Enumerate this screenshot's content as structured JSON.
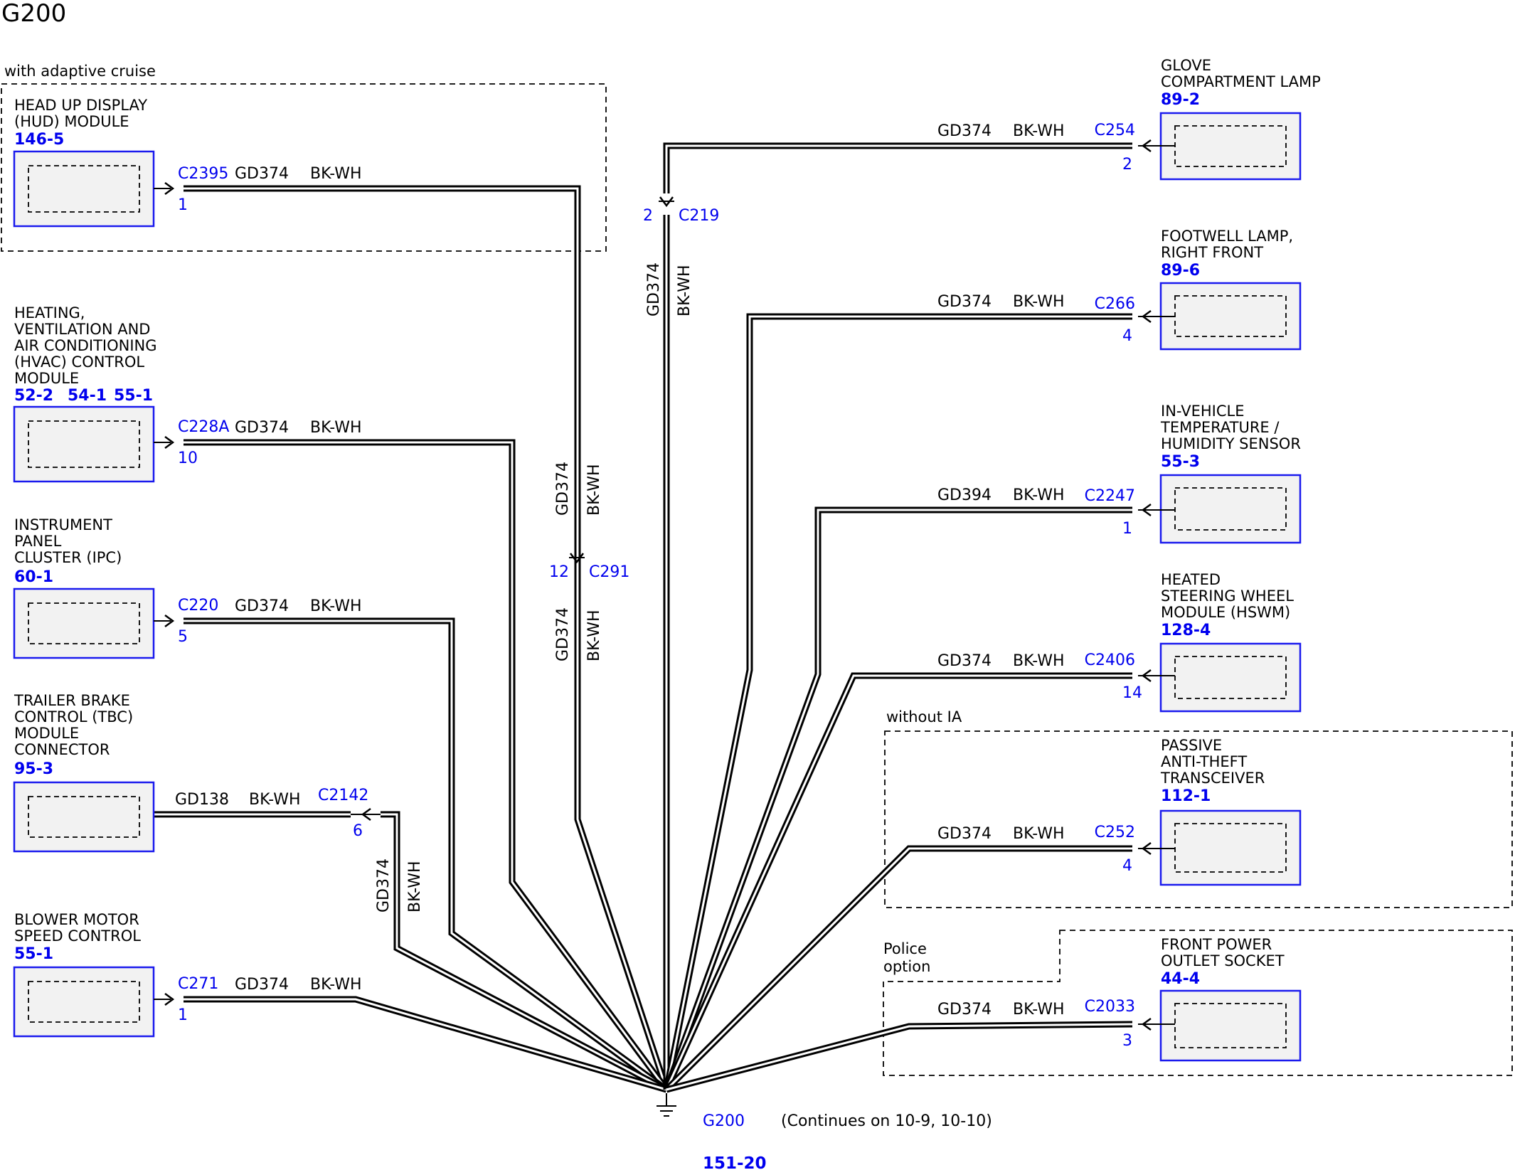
{
  "title": "G200",
  "ground": {
    "name": "G200",
    "ref": "151-20",
    "note": "(Continues on 10-9, 10-10)"
  },
  "groups": {
    "adaptive_cruise": "with adaptive cruise",
    "without_ia": "without IA",
    "police": [
      "Police",
      "option"
    ]
  },
  "left_components": [
    {
      "id": "hud",
      "name": [
        "HEAD UP DISPLAY",
        "(HUD) MODULE"
      ],
      "refs": [
        "146-5"
      ],
      "connector": "C2395",
      "pin": "1",
      "circuit": "GD374",
      "color": "BK-WH"
    },
    {
      "id": "hvac",
      "name": [
        "HEATING,",
        "VENTILATION AND",
        "AIR CONDITIONING",
        "(HVAC) CONTROL",
        "MODULE"
      ],
      "refs": [
        "52-2",
        "54-1",
        "55-1"
      ],
      "connector": "C228A",
      "pin": "10",
      "circuit": "GD374",
      "color": "BK-WH"
    },
    {
      "id": "ipc",
      "name": [
        "INSTRUMENT",
        "PANEL",
        "CLUSTER (IPC)"
      ],
      "refs": [
        "60-1"
      ],
      "connector": "C220",
      "pin": "5",
      "circuit": "GD374",
      "color": "BK-WH"
    },
    {
      "id": "tbc",
      "name": [
        "TRAILER BRAKE",
        "CONTROL (TBC)",
        "MODULE",
        "CONNECTOR"
      ],
      "refs": [
        "95-3"
      ],
      "connector": "C2142",
      "pin": "6",
      "circuit": "GD138",
      "color": "BK-WH",
      "vertical_circuit": "GD374",
      "vertical_color": "BK-WH"
    },
    {
      "id": "blower",
      "name": [
        "BLOWER MOTOR",
        "SPEED CONTROL"
      ],
      "refs": [
        "55-1"
      ],
      "connector": "C271",
      "pin": "1",
      "circuit": "GD374",
      "color": "BK-WH"
    }
  ],
  "right_components": [
    {
      "id": "glove",
      "name": [
        "GLOVE",
        "COMPARTMENT LAMP"
      ],
      "refs": [
        "89-2"
      ],
      "connector": "C254",
      "pin": "2",
      "circuit": "GD374",
      "color": "BK-WH"
    },
    {
      "id": "footwell",
      "name": [
        "FOOTWELL LAMP,",
        "RIGHT FRONT"
      ],
      "refs": [
        "89-6"
      ],
      "connector": "C266",
      "pin": "4",
      "circuit": "GD374",
      "color": "BK-WH"
    },
    {
      "id": "invehicle",
      "name": [
        "IN-VEHICLE",
        "TEMPERATURE /",
        "HUMIDITY SENSOR"
      ],
      "refs": [
        "55-3"
      ],
      "connector": "C2247",
      "pin": "1",
      "circuit": "GD394",
      "color": "BK-WH"
    },
    {
      "id": "hswm",
      "name": [
        "HEATED",
        "STEERING WHEEL",
        "MODULE (HSWM)"
      ],
      "refs": [
        "128-4"
      ],
      "connector": "C2406",
      "pin": "14",
      "circuit": "GD374",
      "color": "BK-WH"
    },
    {
      "id": "pats",
      "name": [
        "PASSIVE",
        "ANTI-THEFT",
        "TRANSCEIVER"
      ],
      "refs": [
        "112-1"
      ],
      "connector": "C252",
      "pin": "4",
      "circuit": "GD374",
      "color": "BK-WH"
    },
    {
      "id": "outlet",
      "name": [
        "FRONT POWER",
        "OUTLET SOCKET"
      ],
      "refs": [
        "44-4"
      ],
      "connector": "C2033",
      "pin": "3",
      "circuit": "GD374",
      "color": "BK-WH"
    }
  ],
  "inline_connectors": [
    {
      "id": "c291",
      "name": "C291",
      "pin": "12",
      "circuit_above": "GD374",
      "color_above": "BK-WH",
      "circuit_below": "GD374",
      "color_below": "BK-WH"
    },
    {
      "id": "c219",
      "name": "C219",
      "pin": "2",
      "circuit": "GD374",
      "color": "BK-WH"
    }
  ]
}
